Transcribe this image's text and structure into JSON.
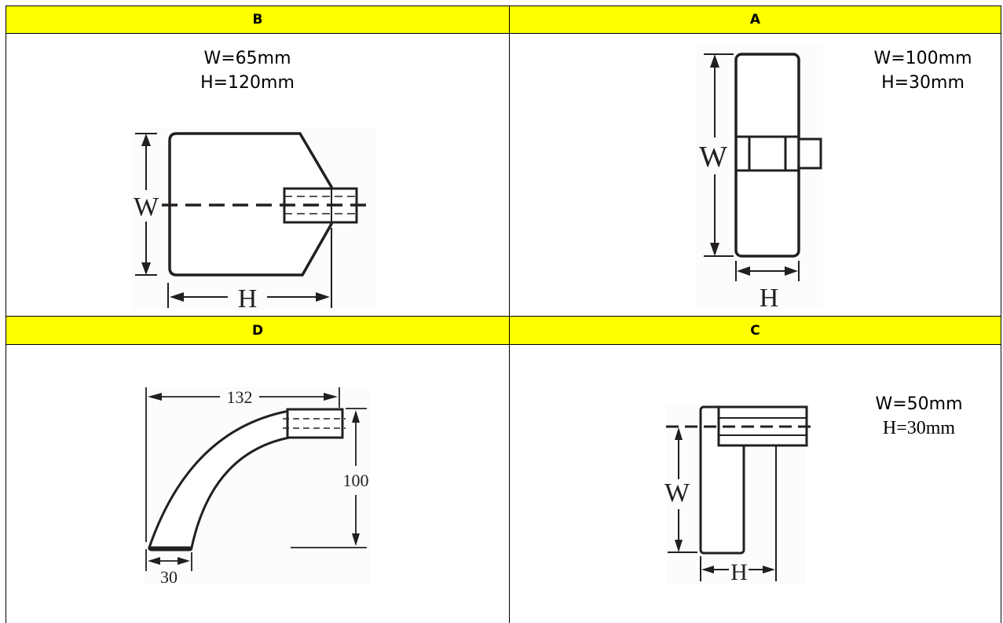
{
  "colors": {
    "header_bg": "#ffff00",
    "border": "#000000",
    "line": "#231f20"
  },
  "cells": {
    "b": {
      "label": "B",
      "width": "W=65mm",
      "height": "H=120mm",
      "dim_w": "W",
      "dim_h": "H"
    },
    "a": {
      "label": "A",
      "width": "W=100mm",
      "height": "H=30mm",
      "dim_w": "W",
      "dim_h": "H"
    },
    "d": {
      "label": "D",
      "dim_top": "132",
      "dim_side": "100",
      "dim_bottom": "30"
    },
    "c": {
      "label": "C",
      "width": "W=50mm",
      "height": "H=30mm",
      "dim_w": "W",
      "dim_h": "H"
    }
  }
}
